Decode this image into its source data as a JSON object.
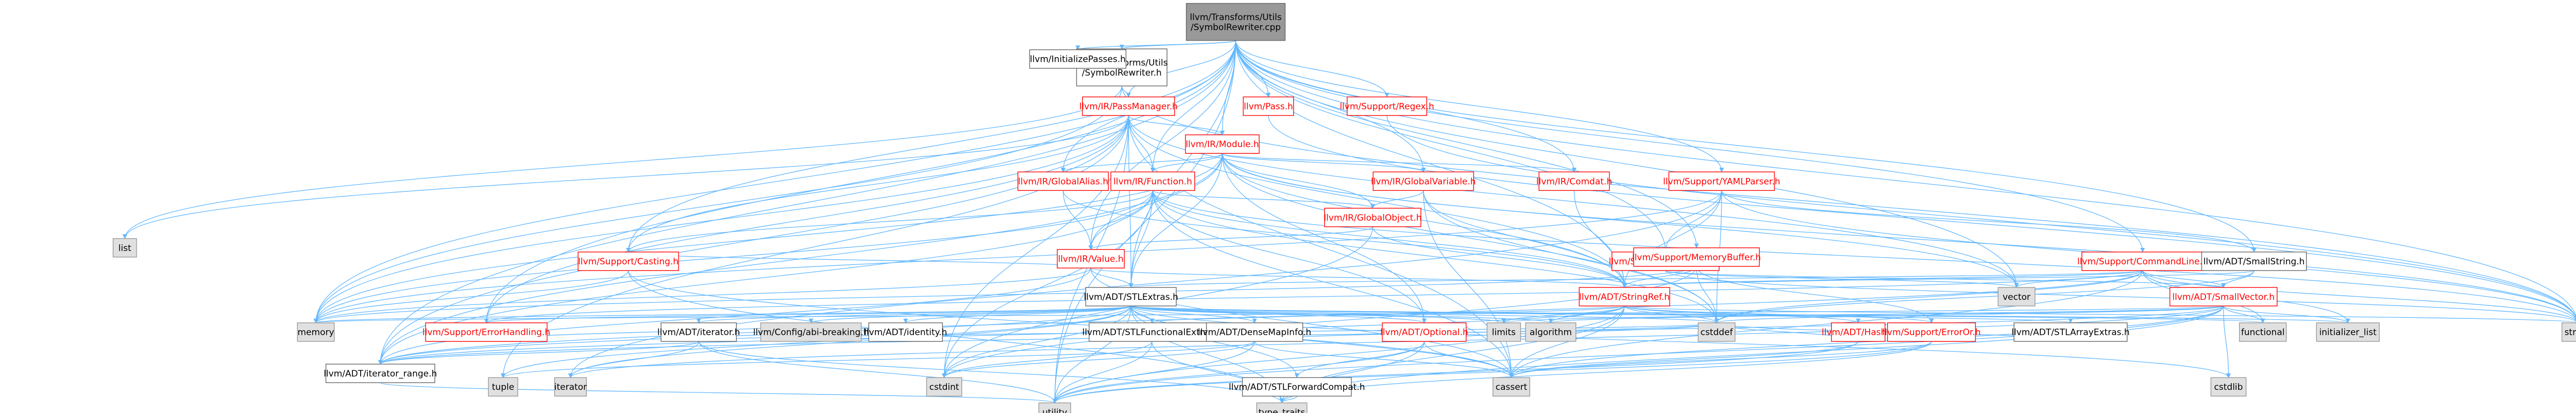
{
  "colors": {
    "edge": "#63b8ff",
    "border_grey": "#666666",
    "fill_white": "#ffffff",
    "fill_grey": "#e0e0e0",
    "fill_root": "#999999",
    "text_red": "#ff0000",
    "text_black": "#000000"
  },
  "nodes": [
    {
      "id": "root",
      "label": "llvm/Transforms/Utils\n/SymbolRewriter.cpp",
      "style": "root"
    },
    {
      "id": "sr_h",
      "label": "llvm/Transforms/Utils\n/SymbolRewriter.h",
      "style": "normal"
    },
    {
      "id": "initpasses",
      "label": "llvm/InitializePasses.h",
      "style": "normal"
    },
    {
      "id": "passmgr",
      "label": "llvm/IR/PassManager.h",
      "style": "red"
    },
    {
      "id": "pass",
      "label": "llvm/Pass.h",
      "style": "red"
    },
    {
      "id": "regex",
      "label": "llvm/Support/Regex.h",
      "style": "red"
    },
    {
      "id": "list",
      "label": "list",
      "style": "grey"
    },
    {
      "id": "module",
      "label": "llvm/IR/Module.h",
      "style": "red"
    },
    {
      "id": "globalalias",
      "label": "llvm/IR/GlobalAlias.h",
      "style": "red"
    },
    {
      "id": "function",
      "label": "llvm/IR/Function.h",
      "style": "red"
    },
    {
      "id": "globalvar",
      "label": "llvm/IR/GlobalVariable.h",
      "style": "red"
    },
    {
      "id": "comdat",
      "label": "llvm/IR/Comdat.h",
      "style": "red"
    },
    {
      "id": "yamlparser",
      "label": "llvm/Support/YAMLParser.h",
      "style": "red"
    },
    {
      "id": "globalobject",
      "label": "llvm/IR/GlobalObject.h",
      "style": "red"
    },
    {
      "id": "sourcemgr",
      "label": "llvm/Support/SourceMgr.h",
      "style": "red"
    },
    {
      "id": "value",
      "label": "llvm/IR/Value.h",
      "style": "red"
    },
    {
      "id": "memorybuffer",
      "label": "llvm/Support/MemoryBuffer.h",
      "style": "red"
    },
    {
      "id": "commandline",
      "label": "llvm/Support/CommandLine.h",
      "style": "red"
    },
    {
      "id": "smallstring",
      "label": "llvm/ADT/SmallString.h",
      "style": "normal"
    },
    {
      "id": "casting",
      "label": "llvm/Support/Casting.h",
      "style": "red"
    },
    {
      "id": "stlextras",
      "label": "llvm/ADT/STLExtras.h",
      "style": "normal"
    },
    {
      "id": "stringref",
      "label": "llvm/ADT/StringRef.h",
      "style": "red"
    },
    {
      "id": "vector",
      "label": "vector",
      "style": "grey"
    },
    {
      "id": "smallvector",
      "label": "llvm/ADT/SmallVector.h",
      "style": "red"
    },
    {
      "id": "memory",
      "label": "memory",
      "style": "grey"
    },
    {
      "id": "errorhandling",
      "label": "llvm/Support/ErrorHandling.h",
      "style": "red"
    },
    {
      "id": "iterator",
      "label": "llvm/ADT/iterator.h",
      "style": "normal"
    },
    {
      "id": "configbreaking",
      "label": "llvm/Config/abi-breaking.h",
      "style": "grey"
    },
    {
      "id": "identity",
      "label": "llvm/ADT/identity.h",
      "style": "normal"
    },
    {
      "id": "stlfunctional",
      "label": "llvm/ADT/STLFunctionalExtras.h",
      "style": "normal"
    },
    {
      "id": "densemapinfo",
      "label": "llvm/ADT/DenseMapInfo.h",
      "style": "normal"
    },
    {
      "id": "optional",
      "label": "llvm/ADT/Optional.h",
      "style": "red"
    },
    {
      "id": "limits",
      "label": "limits",
      "style": "grey"
    },
    {
      "id": "algorithm",
      "label": "algorithm",
      "style": "grey"
    },
    {
      "id": "cstddef_mid",
      "label": "cstddef",
      "style": "grey"
    },
    {
      "id": "hashing",
      "label": "llvm/ADT/Hash...",
      "style": "red"
    },
    {
      "id": "errorort",
      "label": "llvm/Support/ErrorOr.h",
      "style": "red"
    },
    {
      "id": "stlarrayextras",
      "label": "llvm/ADT/STLArrayExtras.h",
      "style": "normal"
    },
    {
      "id": "functional",
      "label": "functional",
      "style": "grey"
    },
    {
      "id": "initlist",
      "label": "initializer_list",
      "style": "grey"
    },
    {
      "id": "string",
      "label": "string",
      "style": "grey"
    },
    {
      "id": "iterator_range",
      "label": "llvm/ADT/iterator_range.h",
      "style": "normal"
    },
    {
      "id": "tuple",
      "label": "tuple",
      "style": "grey"
    },
    {
      "id": "iterator_std",
      "label": "iterator",
      "style": "grey"
    },
    {
      "id": "cstdint",
      "label": "cstdint",
      "style": "grey"
    },
    {
      "id": "stlforward",
      "label": "llvm/ADT/STLForwardCompat.h",
      "style": "normal"
    },
    {
      "id": "cassert",
      "label": "cassert",
      "style": "grey"
    },
    {
      "id": "utility",
      "label": "utility",
      "style": "grey"
    },
    {
      "id": "type_traits",
      "label": "type_traits",
      "style": "grey"
    },
    {
      "id": "cstdlib",
      "label": "cstdlib",
      "style": "grey"
    }
  ],
  "edges": [
    [
      "root",
      "sr_h"
    ],
    [
      "root",
      "initpasses"
    ],
    [
      "root",
      "passmgr"
    ],
    [
      "root",
      "pass"
    ],
    [
      "root",
      "regex"
    ],
    [
      "root",
      "module"
    ],
    [
      "root",
      "globalalias"
    ],
    [
      "root",
      "function"
    ],
    [
      "root",
      "globalvar"
    ],
    [
      "root",
      "comdat"
    ],
    [
      "root",
      "yamlparser"
    ],
    [
      "root",
      "sourcemgr"
    ],
    [
      "root",
      "value"
    ],
    [
      "root",
      "memorybuffer"
    ],
    [
      "root",
      "commandline"
    ],
    [
      "root",
      "smallstring"
    ],
    [
      "root",
      "casting"
    ],
    [
      "root",
      "stlextras"
    ],
    [
      "root",
      "stringref"
    ],
    [
      "root",
      "vector"
    ],
    [
      "root",
      "string"
    ],
    [
      "root",
      "memory"
    ],
    [
      "root",
      "errorhandling"
    ],
    [
      "root",
      "utility"
    ],
    [
      "root",
      "iterator_range"
    ],
    [
      "sr_h",
      "passmgr"
    ],
    [
      "sr_h",
      "list"
    ],
    [
      "sr_h",
      "memory"
    ],
    [
      "sr_h",
      "string"
    ],
    [
      "passmgr",
      "module"
    ],
    [
      "passmgr",
      "function"
    ],
    [
      "passmgr",
      "stlextras"
    ],
    [
      "passmgr",
      "stringref"
    ],
    [
      "passmgr",
      "list"
    ],
    [
      "passmgr",
      "memory"
    ],
    [
      "passmgr",
      "vector"
    ],
    [
      "passmgr",
      "casting"
    ],
    [
      "passmgr",
      "cstdint"
    ],
    [
      "passmgr",
      "iterator_range"
    ],
    [
      "passmgr",
      "cassert"
    ],
    [
      "passmgr",
      "utility"
    ],
    [
      "passmgr",
      "tuple"
    ],
    [
      "passmgr",
      "errorhandling"
    ],
    [
      "pass",
      "string"
    ],
    [
      "regex",
      "string"
    ],
    [
      "module",
      "globalalias"
    ],
    [
      "module",
      "function"
    ],
    [
      "module",
      "globalvar"
    ],
    [
      "module",
      "comdat"
    ],
    [
      "module",
      "globalobject"
    ],
    [
      "module",
      "stlextras"
    ],
    [
      "module",
      "stringref"
    ],
    [
      "module",
      "value"
    ],
    [
      "module",
      "memory"
    ],
    [
      "module",
      "string"
    ],
    [
      "module",
      "vector"
    ],
    [
      "module",
      "cstddef_mid"
    ],
    [
      "module",
      "iterator_range"
    ],
    [
      "module",
      "optional"
    ],
    [
      "globalalias",
      "value"
    ],
    [
      "globalalias",
      "stringref"
    ],
    [
      "function",
      "globalobject"
    ],
    [
      "function",
      "value"
    ],
    [
      "function",
      "stringref"
    ],
    [
      "function",
      "stlextras"
    ],
    [
      "function",
      "iterator_range"
    ],
    [
      "function",
      "memory"
    ],
    [
      "function",
      "string"
    ],
    [
      "function",
      "cassert"
    ],
    [
      "function",
      "cstddef_mid"
    ],
    [
      "function",
      "cstdint"
    ],
    [
      "function",
      "casting"
    ],
    [
      "function",
      "optional"
    ],
    [
      "globalvar",
      "globalobject"
    ],
    [
      "globalvar",
      "stringref"
    ],
    [
      "globalvar",
      "cassert"
    ],
    [
      "globalvar",
      "cstddef_mid"
    ],
    [
      "comdat",
      "stringref"
    ],
    [
      "yamlparser",
      "sourcemgr"
    ],
    [
      "yamlparser",
      "stringref"
    ],
    [
      "yamlparser",
      "smallstring"
    ],
    [
      "yamlparser",
      "cstddef_mid"
    ],
    [
      "yamlparser",
      "iterator_std"
    ],
    [
      "yamlparser",
      "map"
    ],
    [
      "yamlparser",
      "memory"
    ],
    [
      "yamlparser",
      "string"
    ],
    [
      "yamlparser",
      "system_error"
    ],
    [
      "globalobject",
      "value"
    ],
    [
      "globalobject",
      "stringref"
    ],
    [
      "globalobject",
      "cstdint"
    ],
    [
      "sourcemgr",
      "memorybuffer"
    ],
    [
      "sourcemgr",
      "smallvector"
    ],
    [
      "sourcemgr",
      "vector"
    ],
    [
      "sourcemgr",
      "string"
    ],
    [
      "value",
      "casting"
    ],
    [
      "value",
      "stringref"
    ],
    [
      "value",
      "iterator_range"
    ],
    [
      "value",
      "memory"
    ],
    [
      "value",
      "cassert"
    ],
    [
      "value",
      "stlextras"
    ],
    [
      "memorybuffer",
      "stringref"
    ],
    [
      "memorybuffer",
      "errorort"
    ],
    [
      "memorybuffer",
      "cstddef_mid"
    ],
    [
      "memorybuffer",
      "memory"
    ],
    [
      "memorybuffer",
      "cstdint"
    ],
    [
      "commandline",
      "stringref"
    ],
    [
      "commandline",
      "smallvector"
    ],
    [
      "commandline",
      "stlextras"
    ],
    [
      "commandline",
      "errorhandling"
    ],
    [
      "commandline",
      "functional"
    ],
    [
      "commandline",
      "initlist"
    ],
    [
      "commandline",
      "string"
    ],
    [
      "commandline",
      "vector"
    ],
    [
      "commandline",
      "climits"
    ],
    [
      "commandline",
      "cassert"
    ],
    [
      "commandline",
      "cstddef_mid"
    ],
    [
      "commandline",
      "iterator_range"
    ],
    [
      "smallstring",
      "smallvector"
    ],
    [
      "smallstring",
      "stringref"
    ],
    [
      "smallstring",
      "cstddef_mid"
    ],
    [
      "casting",
      "memory"
    ],
    [
      "casting",
      "type_traits"
    ],
    [
      "casting",
      "cassert"
    ],
    [
      "stlextras",
      "iterator"
    ],
    [
      "stlextras",
      "configbreaking"
    ],
    [
      "stlextras",
      "identity"
    ],
    [
      "stlextras",
      "stlfunctional"
    ],
    [
      "stlextras",
      "densemapinfo"
    ],
    [
      "stlextras",
      "optional"
    ],
    [
      "stlextras",
      "stlarrayextras"
    ],
    [
      "stlextras",
      "stlforward"
    ],
    [
      "stlextras",
      "iterator_range"
    ],
    [
      "stlextras",
      "errorhandling"
    ],
    [
      "stlextras",
      "algorithm"
    ],
    [
      "stlextras",
      "cassert"
    ],
    [
      "stlextras",
      "cstddef_mid"
    ],
    [
      "stlextras",
      "cstdint"
    ],
    [
      "stlextras",
      "cstdlib"
    ],
    [
      "stlextras",
      "functional"
    ],
    [
      "stlextras",
      "initlist"
    ],
    [
      "stlextras",
      "iterator_std"
    ],
    [
      "stlextras",
      "limits"
    ],
    [
      "stlextras",
      "memory"
    ],
    [
      "stlextras",
      "tuple"
    ],
    [
      "stlextras",
      "type_traits"
    ],
    [
      "stlextras",
      "utility"
    ],
    [
      "stringref",
      "stlfunctional"
    ],
    [
      "stringref",
      "iterator_range"
    ],
    [
      "stringref",
      "hashing"
    ],
    [
      "stringref",
      "algorithm"
    ],
    [
      "stringref",
      "cassert"
    ],
    [
      "stringref",
      "cstddef_mid"
    ],
    [
      "stringref",
      "cstring"
    ],
    [
      "stringref",
      "limits"
    ],
    [
      "stringref",
      "string"
    ],
    [
      "stringref",
      "type_traits"
    ],
    [
      "stringref",
      "utility"
    ],
    [
      "stringref",
      "errorort"
    ],
    [
      "smallvector",
      "iterator_range"
    ],
    [
      "smallvector",
      "algorithm"
    ],
    [
      "smallvector",
      "cassert"
    ],
    [
      "smallvector",
      "cstddef_mid"
    ],
    [
      "smallvector",
      "cstdlib"
    ],
    [
      "smallvector",
      "cstring"
    ],
    [
      "smallvector",
      "functional"
    ],
    [
      "smallvector",
      "initlist"
    ],
    [
      "smallvector",
      "iterator_std"
    ],
    [
      "smallvector",
      "limits"
    ],
    [
      "smallvector",
      "memory"
    ],
    [
      "smallvector",
      "type_traits"
    ],
    [
      "smallvector",
      "utility"
    ],
    [
      "errorhandling",
      "configbreaking"
    ],
    [
      "iterator",
      "iterator_range"
    ],
    [
      "iterator",
      "cstddef_mid"
    ],
    [
      "iterator",
      "iterator_std"
    ],
    [
      "iterator",
      "type_traits"
    ],
    [
      "iterator",
      "utility"
    ],
    [
      "stlfunctional",
      "cstdint"
    ],
    [
      "stlfunctional",
      "type_traits"
    ],
    [
      "stlfunctional",
      "utility"
    ],
    [
      "densemapinfo",
      "cassert"
    ],
    [
      "densemapinfo",
      "cstddef_mid"
    ],
    [
      "densemapinfo",
      "cstdint"
    ],
    [
      "densemapinfo",
      "tuple"
    ],
    [
      "densemapinfo",
      "utility"
    ],
    [
      "optional",
      "cassert"
    ],
    [
      "optional",
      "cstddef_mid"
    ],
    [
      "optional",
      "new"
    ],
    [
      "optional",
      "type_traits"
    ],
    [
      "optional",
      "utility"
    ],
    [
      "optional",
      "stlforward"
    ],
    [
      "hashing",
      "cassert"
    ],
    [
      "hashing",
      "cstddef_mid"
    ],
    [
      "hashing",
      "utility"
    ],
    [
      "errorort",
      "cassert"
    ],
    [
      "errorort",
      "system_error"
    ],
    [
      "errorort",
      "type_traits"
    ],
    [
      "errorort",
      "utility"
    ],
    [
      "stlarrayextras",
      "cstddef_mid"
    ],
    [
      "iterator_range",
      "utility"
    ],
    [
      "stlforward",
      "type_traits"
    ]
  ]
}
